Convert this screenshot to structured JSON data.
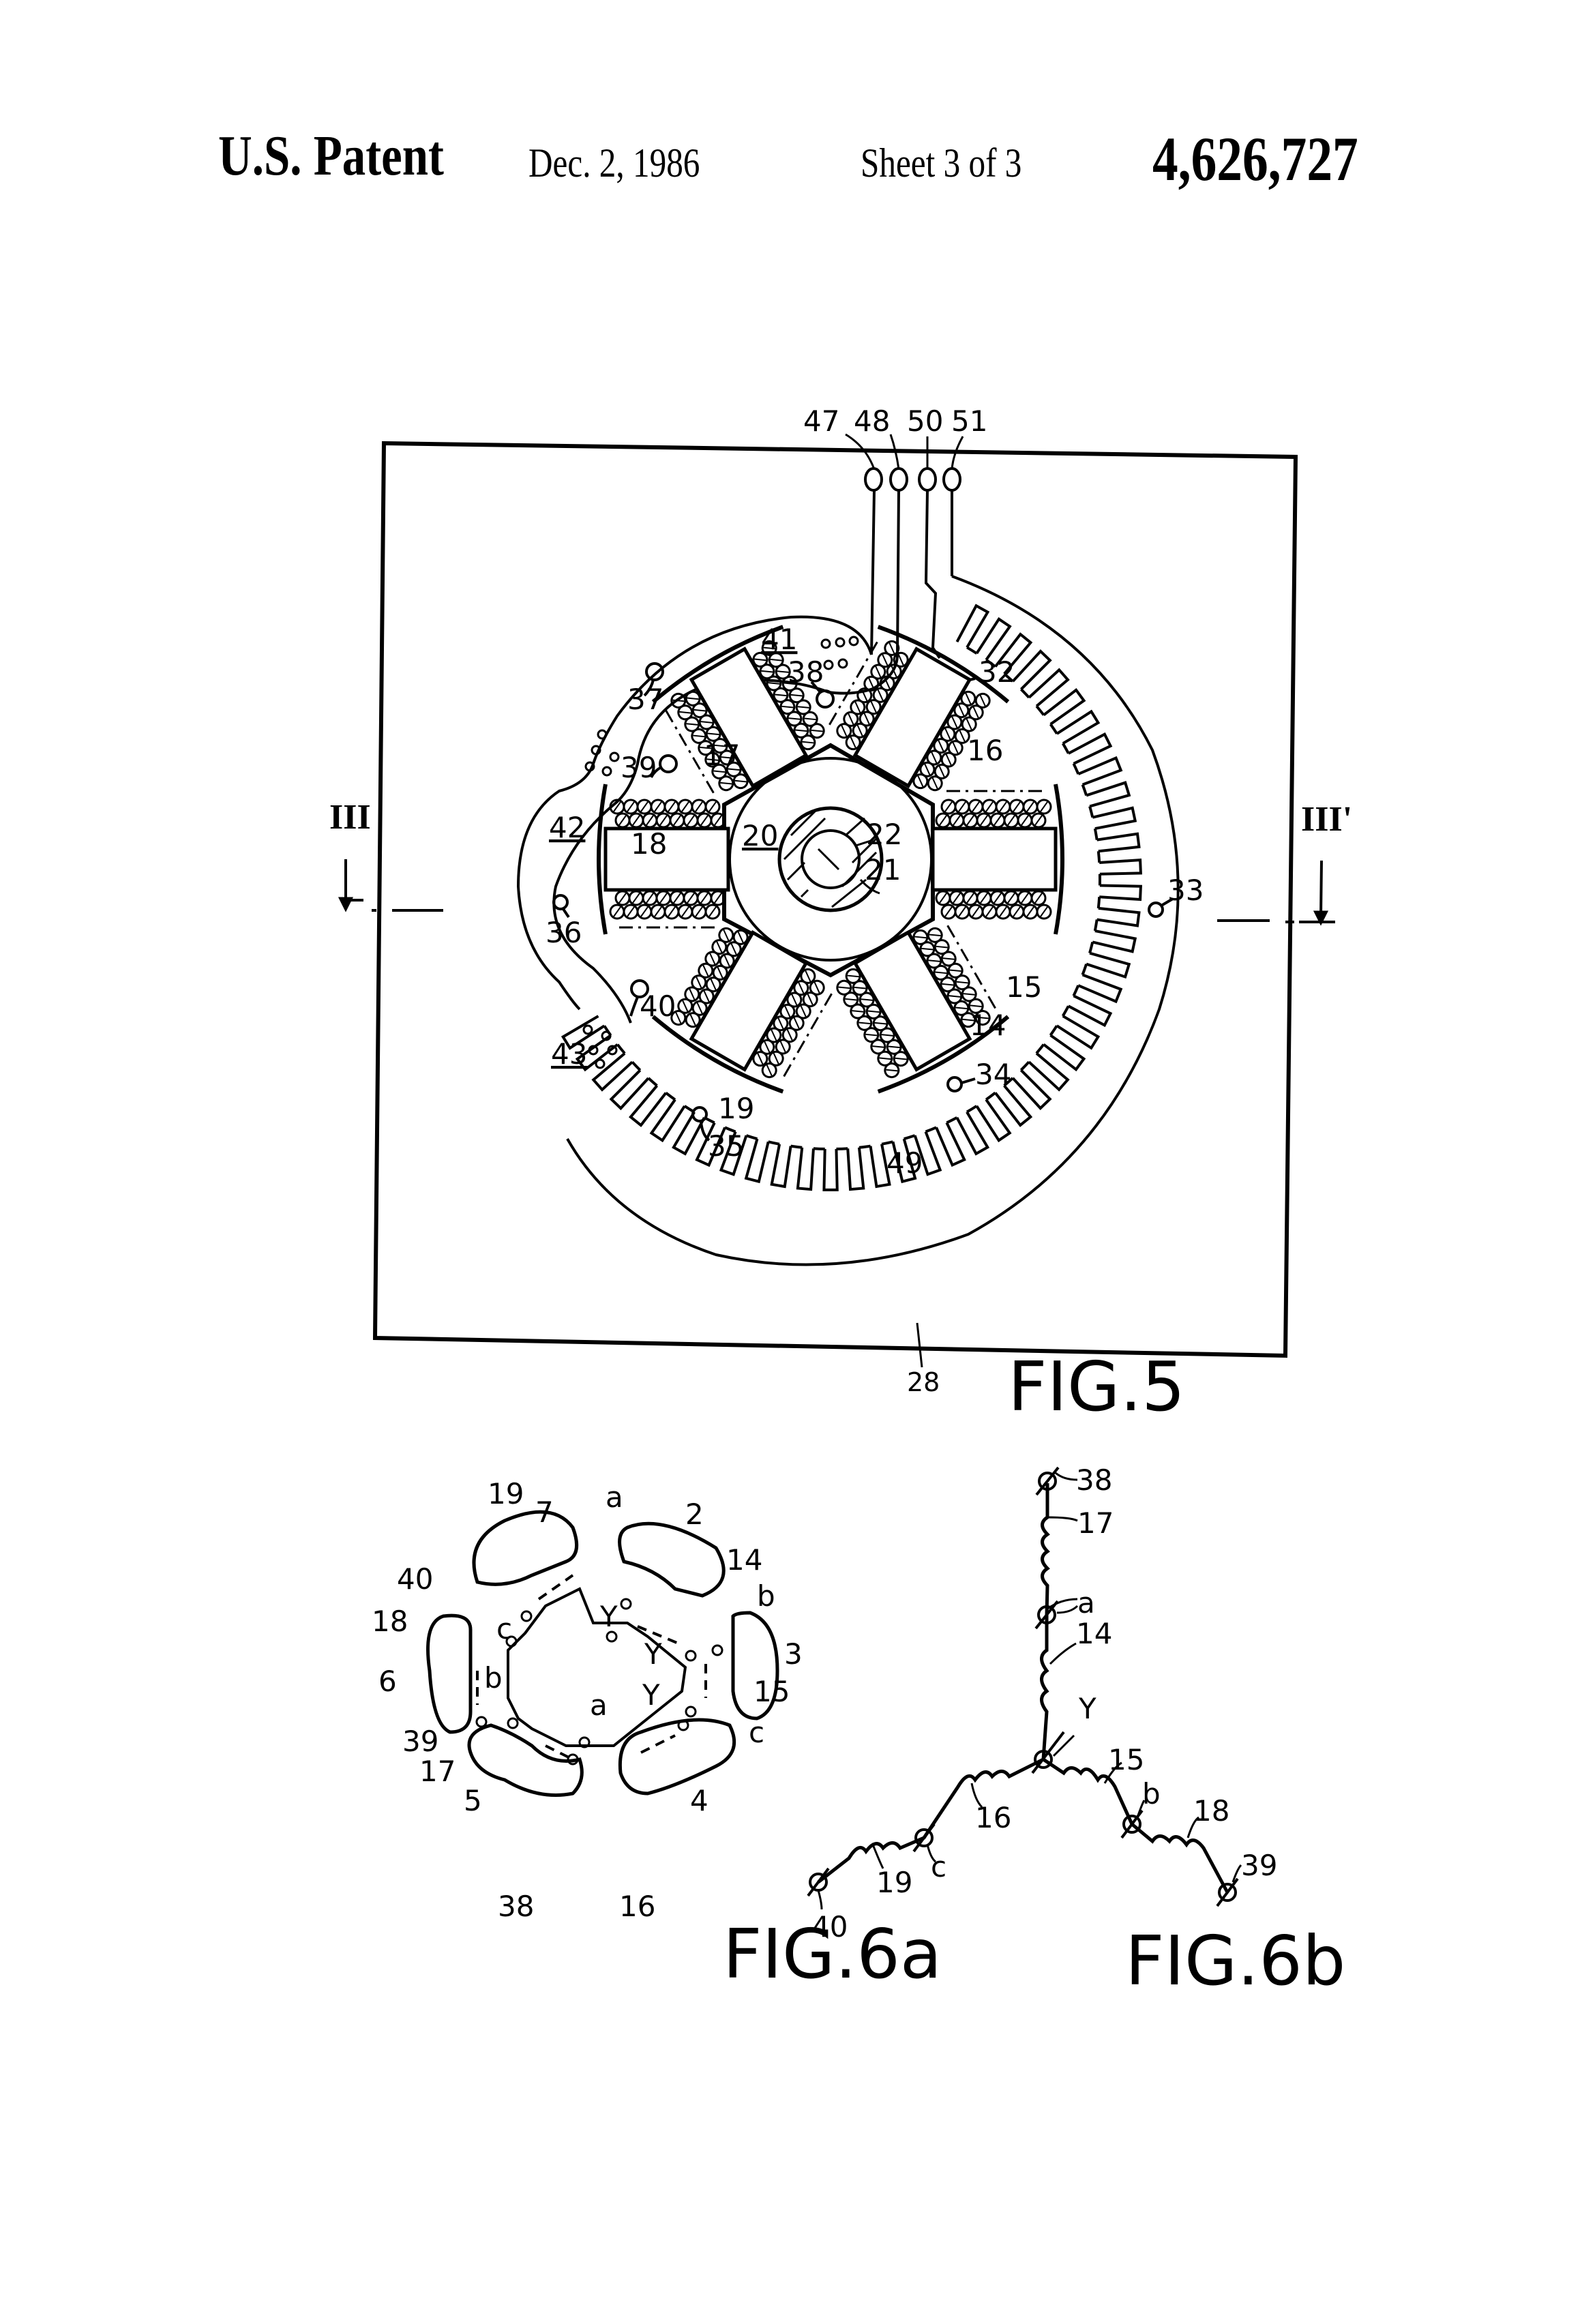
{
  "header": {
    "title": "U.S. Patent",
    "date": "Dec. 2, 1986",
    "sheet": "Sheet 3 of 3",
    "patent_number": "4,626,727"
  },
  "fig5": {
    "caption": "FIG.5",
    "section_left": "III",
    "section_right": "III'",
    "board_label": "28",
    "terminals": [
      "47",
      "48",
      "50",
      "51"
    ],
    "hole_groups": [
      "41",
      "42",
      "43"
    ],
    "mount_holes": [
      "32",
      "33",
      "34",
      "35",
      "36",
      "37"
    ],
    "winding_terminals": [
      "38",
      "39",
      "40"
    ],
    "coils": [
      "14",
      "15",
      "16",
      "17",
      "18",
      "19"
    ],
    "rotor_labels": [
      "20",
      "21",
      "22"
    ],
    "comb_trace": "49"
  },
  "fig6a": {
    "caption": "FIG.6a",
    "poles": [
      "2",
      "3",
      "4",
      "5",
      "6",
      "7"
    ],
    "coils": [
      "14",
      "15",
      "16",
      "17",
      "18",
      "19"
    ],
    "terminals": [
      "38",
      "39",
      "40"
    ],
    "nodes": [
      "a",
      "b",
      "c",
      "Y"
    ]
  },
  "fig6b": {
    "caption": "FIG.6b",
    "branch_top": [
      "38",
      "17",
      "a",
      "14"
    ],
    "center": "Y",
    "branch_right": [
      "15",
      "b",
      "18",
      "39"
    ],
    "branch_left": [
      "16",
      "c",
      "19",
      "40"
    ]
  }
}
